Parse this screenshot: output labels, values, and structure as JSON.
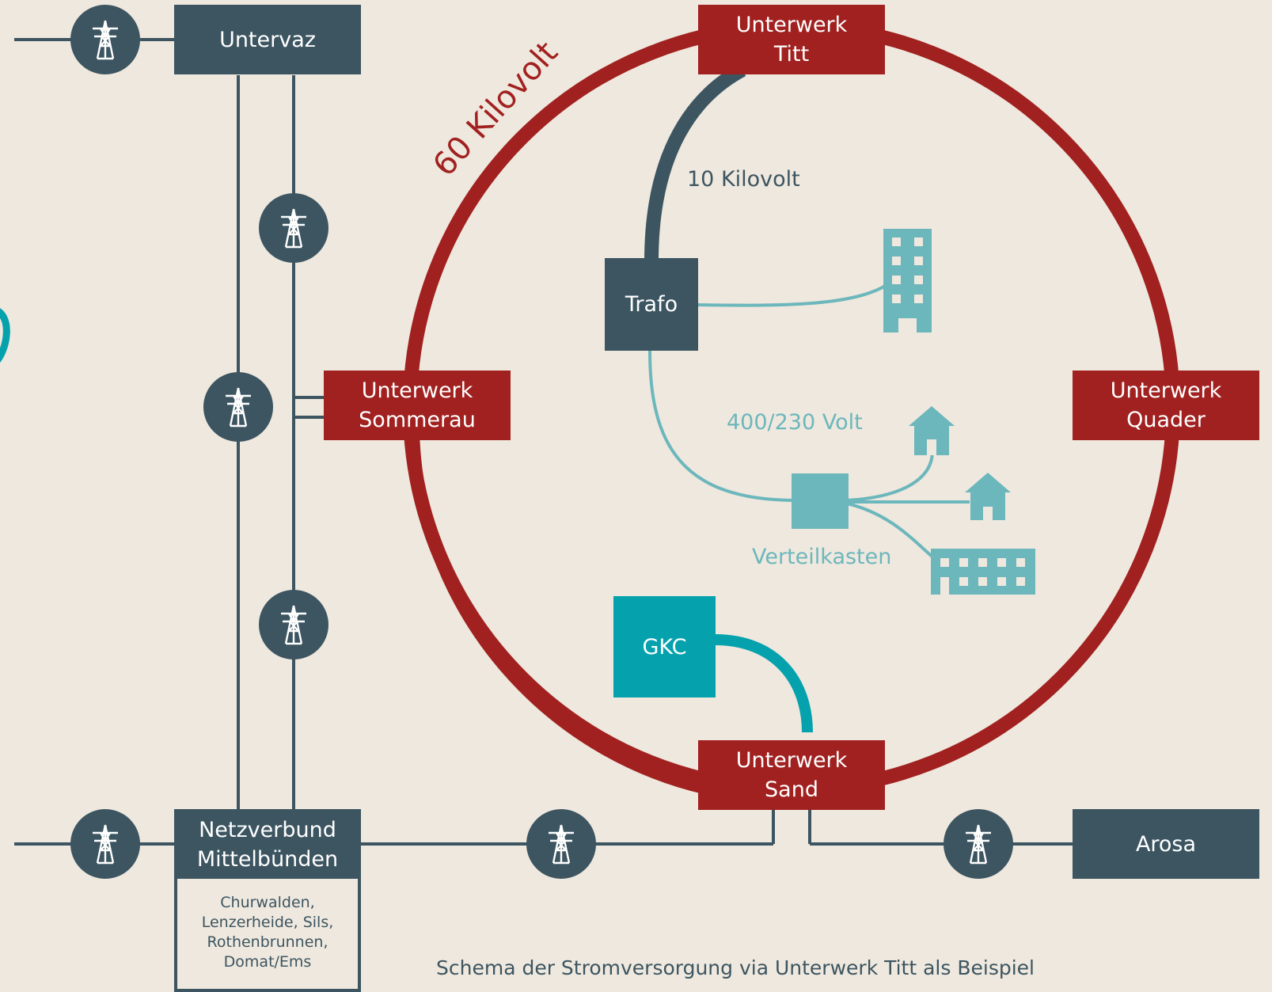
{
  "colors": {
    "background": "#efe8de",
    "ring_red": "#a12120",
    "dark_slate": "#3c5561",
    "light_teal": "#6cb7bc",
    "gkc_teal": "#05a2ae"
  },
  "ring_label": "60 Kilovolt",
  "label_10kv": "10 Kilovolt",
  "label_lowvolt": "400/230 Volt",
  "label_verteilkasten": "Verteilkasten",
  "caption": "Schema der Stromversorgung via Unterwerk Titt als Beispiel",
  "nodes": {
    "titt": [
      "Unterwerk",
      "Titt"
    ],
    "sommerau": [
      "Unterwerk",
      "Sommerau"
    ],
    "quader": [
      "Unterwerk",
      "Quader"
    ],
    "sand": [
      "Unterwerk",
      "Sand"
    ],
    "untervaz": "Untervaz",
    "netzverbund": [
      "Netzverbund",
      "Mittelbünden"
    ],
    "arosa": "Arosa",
    "trafo": "Trafo",
    "gkc": "GKC"
  },
  "municipalities": [
    "Churwalden,",
    "Lenzerheide, Sils,",
    "Rothenbrunnen,",
    "Domat/Ems"
  ],
  "icons": {
    "tower": "power-tower-icon",
    "apartment": "apartment-building-icon",
    "house": "house-icon",
    "row_building": "row-building-icon"
  }
}
